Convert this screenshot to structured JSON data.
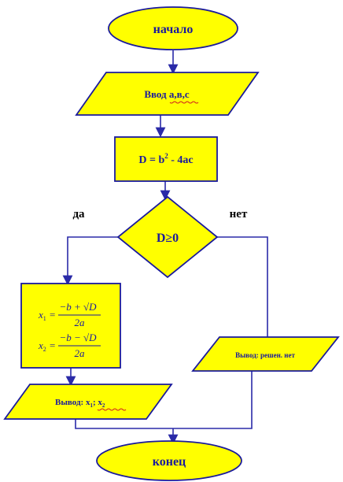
{
  "colors": {
    "fill": "#ffff00",
    "stroke": "#1a1a9c",
    "text": "#1a1a9c",
    "line": "#2a2aa8"
  },
  "nodes": {
    "start": "начало",
    "input": "Ввод  а,в,с",
    "discriminant_lhs": "D = b",
    "discriminant_exp": "2",
    "discriminant_rhs": " - 4ас",
    "condition": "D≥0",
    "formula_x1_var": "x",
    "formula_x1_sub": "1",
    "formula_x1_num": "−b + √D",
    "formula_x1_den": "2a",
    "formula_x2_var": "x",
    "formula_x2_sub": "2",
    "formula_x2_num": "−b − √D",
    "formula_x2_den": "2a",
    "output_roots_prefix": "Вывод: ",
    "output_roots_x1": "x",
    "output_roots_x1_sub": "1",
    "output_roots_sep": "; ",
    "output_roots_x2": "x",
    "output_roots_x2_sub": "2",
    "output_none": "Вывод: решен. нет",
    "end": "конец"
  },
  "branches": {
    "yes": "да",
    "no": "нет"
  }
}
